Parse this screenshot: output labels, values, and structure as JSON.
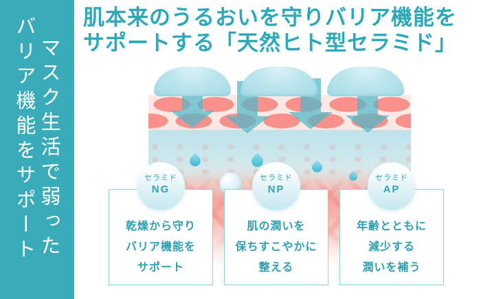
{
  "palette": {
    "teal": "#3AABB8",
    "headline": "#2BA9BB",
    "card-border": "#8BD2DA",
    "card-text": "#2E9FB2",
    "badge-text": "#35A3B4",
    "dome": "#A6DBE6",
    "arrow": "#4DB9C7",
    "cell": "#F8918C",
    "band-pink": "#FCE9E5",
    "dermis": "#F5A79E",
    "drop": "#4FBFD6"
  },
  "sidebar": {
    "column1": "マスク生活で弱った",
    "column2": "バリア機能をサポート"
  },
  "headline": {
    "line1": "肌本来のうるおいを守りバリア機能を",
    "line2": "サポートする「天然ヒト型セラミド」"
  },
  "cards": [
    {
      "badge": {
        "label": "セラミド",
        "code": "NG"
      },
      "lines": [
        "乾燥から守り",
        "バリア機能を",
        "サポート"
      ]
    },
    {
      "badge": {
        "label": "セラミド",
        "code": "NP"
      },
      "lines": [
        "肌の潤いを",
        "保ちすこやかに",
        "整える"
      ]
    },
    {
      "badge": {
        "label": "セラミド",
        "code": "AP"
      },
      "lines": [
        "年齢とともに",
        "減少する",
        "潤いを補う"
      ]
    }
  ]
}
